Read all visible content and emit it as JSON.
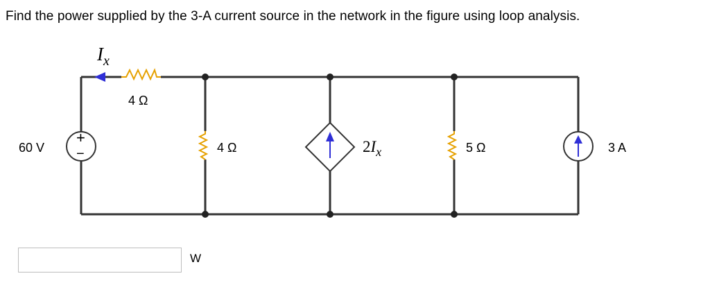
{
  "question": {
    "text": "Find the power supplied by the 3-A current source in the network in the figure using loop analysis."
  },
  "circuit": {
    "current_label_base": "I",
    "current_label_sub": "x",
    "resistor_top_label": "4 Ω",
    "resistor_mid_label": "4 Ω",
    "resistor_right_label": "5 Ω",
    "voltage_source_label": "60 V",
    "voltage_source_plus": "+",
    "voltage_source_minus": "−",
    "dependent_source_coef": "2",
    "dependent_source_var": "I",
    "dependent_source_sub": "x",
    "current_source_label": "3 A",
    "arrow_color": "#2f2fd6",
    "resistor_color": "#e6a100"
  },
  "answer": {
    "value": "",
    "placeholder": "",
    "unit": "W"
  }
}
